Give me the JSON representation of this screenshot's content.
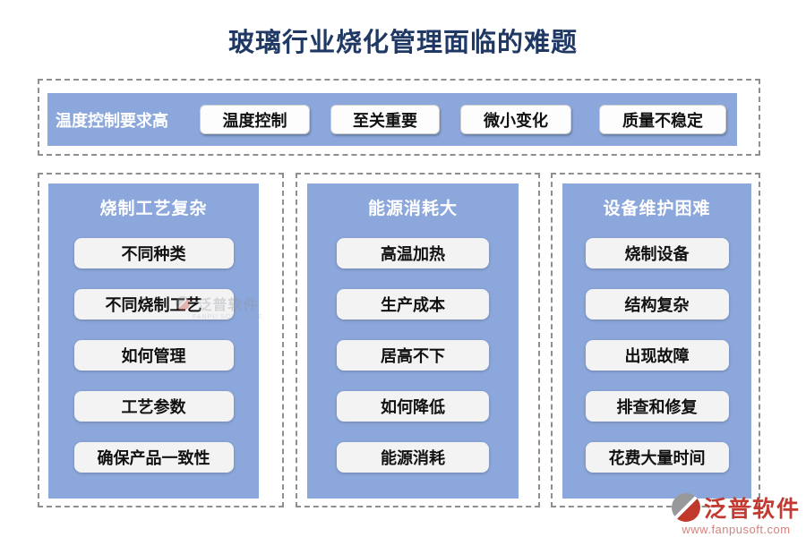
{
  "title": "玻璃行业烧化管理面临的难题",
  "top_section": {
    "label": "温度控制要求高",
    "items": [
      "温度控制",
      "至关重要",
      "微小变化",
      "质量不稳定"
    ]
  },
  "columns": [
    {
      "header": "烧制工艺复杂",
      "items": [
        "不同种类",
        "不同烧制工艺",
        "如何管理",
        "工艺参数",
        "确保产品一致性"
      ]
    },
    {
      "header": "能源消耗大",
      "items": [
        "高温加热",
        "生产成本",
        "居高不下",
        "如何降低",
        "能源消耗"
      ]
    },
    {
      "header": "设备维护困难",
      "items": [
        "烧制设备",
        "结构复杂",
        "出现故障",
        "排查和修复",
        "花费大量时间"
      ]
    }
  ],
  "watermark": {
    "name": "泛普软件",
    "subtext": "FANPU SOFTWARE"
  },
  "logo": {
    "name": "泛普软件",
    "url": "www.fanpusoft.com"
  },
  "colors": {
    "panel_blue": "#8ca7db",
    "title_navy": "#1f3864",
    "dashed_gray": "#8f8f8f",
    "button_white": "#f3f3f3",
    "logo_red": "#c23a31",
    "url_pink": "#d3827c"
  }
}
